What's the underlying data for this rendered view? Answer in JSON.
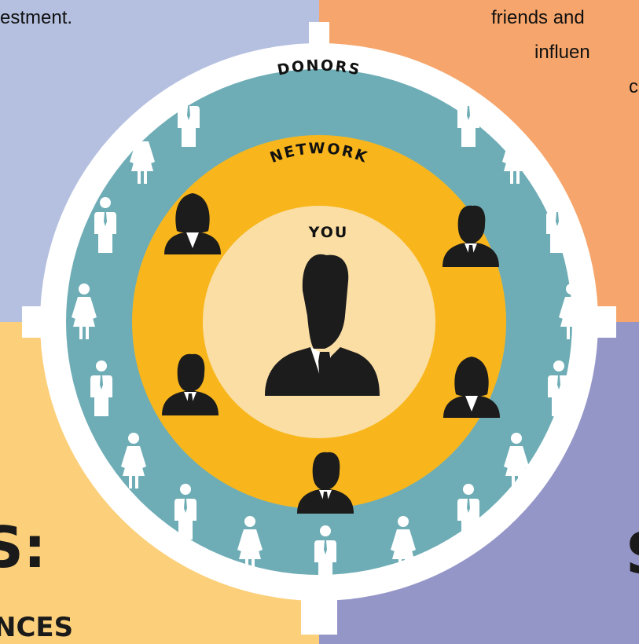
{
  "quadrants": {
    "top_left": {
      "text_fragment": "estment.",
      "color": "#b5c0e0"
    },
    "top_right": {
      "text_lines": [
        "friends and",
        "influen",
        "c"
      ],
      "color": "#f6a66c"
    },
    "bottom_left": {
      "heading_fragment": "S:",
      "subheading_fragment": "NCES",
      "color": "#fcd07a"
    },
    "bottom_right": {
      "heading_fragment": "S",
      "color": "#9596c8"
    }
  },
  "rings": {
    "outer": {
      "label": "DONORS",
      "color": "#6fadb6"
    },
    "middle": {
      "label": "NETWORK",
      "color": "#f8b61c"
    },
    "inner": {
      "label": "YOU",
      "color": "#fbdea3"
    }
  },
  "icons": {
    "center": "businessman-icon",
    "network": [
      "businesswoman-icon",
      "businessman-icon",
      "businessman-icon",
      "businesswoman-icon",
      "businessman-icon"
    ],
    "donors": [
      "man-figure-icon",
      "woman-figure-icon"
    ]
  },
  "colors": {
    "icon_dark": "#1c1c1c",
    "figure_white": "#ffffff",
    "frame_white": "#ffffff"
  }
}
